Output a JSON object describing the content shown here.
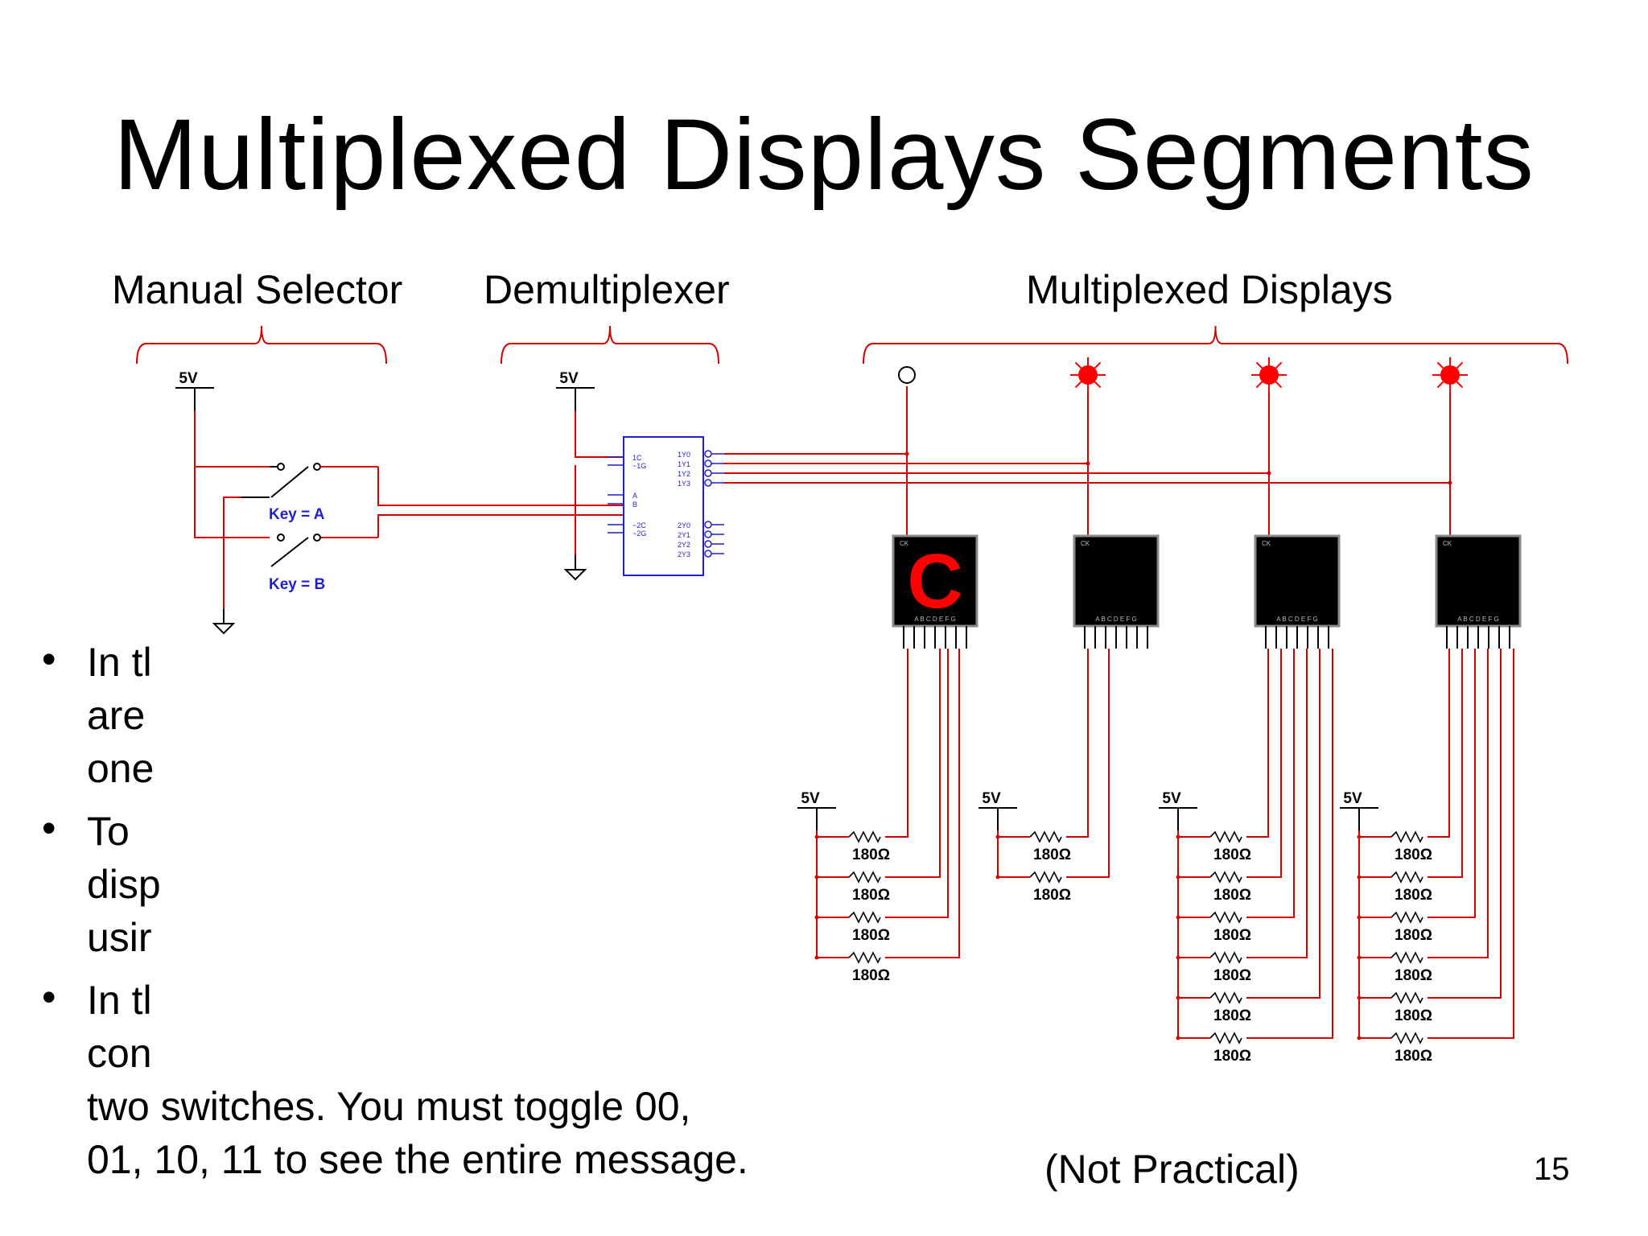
{
  "title": "Multiplexed Displays Segments",
  "sections": {
    "manual_selector": "Manual Selector",
    "demultiplexer": "Demultiplexer",
    "multiplexed_displays": "Multiplexed Displays"
  },
  "circuit": {
    "supply_label": "5V",
    "switch_keys": [
      "Key = A",
      "Key = B"
    ],
    "demux_inputs": [
      "1C",
      "~1G",
      "A",
      "B",
      "~2C",
      "~2G"
    ],
    "demux_outputs": [
      "1Y0",
      "1Y1",
      "1Y2",
      "1Y3",
      "2Y0",
      "2Y1",
      "2Y2",
      "2Y3"
    ],
    "display_clock_label": "CK",
    "display_pin_label": "A B C D E F G",
    "display_1_char": "C",
    "resistor_value": "180Ω",
    "wire_color": "#d40000",
    "label_color": "#1f1fd0"
  },
  "bullets": [
    {
      "lines": [
        "In tl",
        "are",
        "one"
      ]
    },
    {
      "lines": [
        "To",
        "disp",
        "usir"
      ]
    },
    {
      "lines": [
        "In tl",
        "con"
      ]
    }
  ],
  "bullet_continuation": [
    "two switches. You must toggle 00,",
    "01, 10, 11 to see the entire message."
  ],
  "footnote": "(Not Practical)",
  "page_number": "15"
}
